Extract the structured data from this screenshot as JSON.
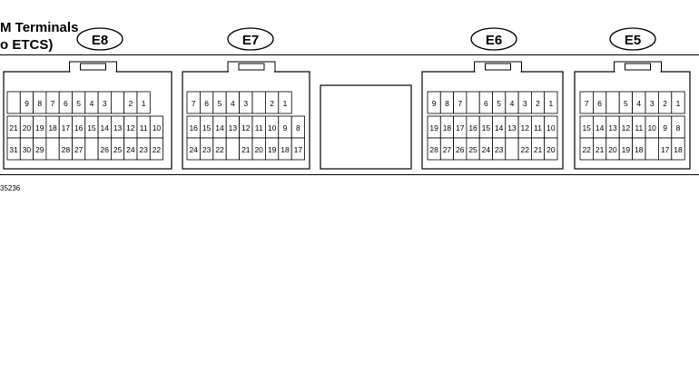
{
  "title_lines": [
    "M Terminals",
    "o ETCS)"
  ],
  "reference_code": "35236",
  "connectors": [
    {
      "id": "E8",
      "rows": [
        [
          "",
          "9",
          "8",
          "7",
          "6",
          "5",
          "4",
          "3",
          "",
          "2",
          "1"
        ],
        [
          "21",
          "20",
          "19",
          "18",
          "17",
          "16",
          "15",
          "14",
          "13",
          "12",
          "11",
          "10"
        ],
        [
          "31",
          "30",
          "29",
          "",
          "28",
          "27",
          "",
          "26",
          "25",
          "24",
          "23",
          "22"
        ]
      ]
    },
    {
      "id": "E7",
      "rows": [
        [
          "7",
          "6",
          "5",
          "4",
          "3",
          "",
          "2",
          "1"
        ],
        [
          "16",
          "15",
          "14",
          "13",
          "12",
          "11",
          "10",
          "9",
          "8"
        ],
        [
          "24",
          "23",
          "22",
          "",
          "21",
          "20",
          "19",
          "18",
          "17"
        ]
      ]
    },
    {
      "id": "E6",
      "rows": [
        [
          "9",
          "8",
          "7",
          "",
          "6",
          "5",
          "4",
          "3",
          "2",
          "1"
        ],
        [
          "19",
          "18",
          "17",
          "16",
          "15",
          "14",
          "13",
          "12",
          "11",
          "10"
        ],
        [
          "28",
          "27",
          "26",
          "25",
          "24",
          "23",
          "",
          "22",
          "21",
          "20"
        ]
      ]
    },
    {
      "id": "E5",
      "rows": [
        [
          "7",
          "6",
          "",
          "5",
          "4",
          "3",
          "2",
          "1"
        ],
        [
          "15",
          "14",
          "13",
          "12",
          "11",
          "10",
          "9",
          "8"
        ],
        [
          "22",
          "21",
          "20",
          "19",
          "18",
          "",
          "17",
          "18"
        ]
      ]
    }
  ]
}
